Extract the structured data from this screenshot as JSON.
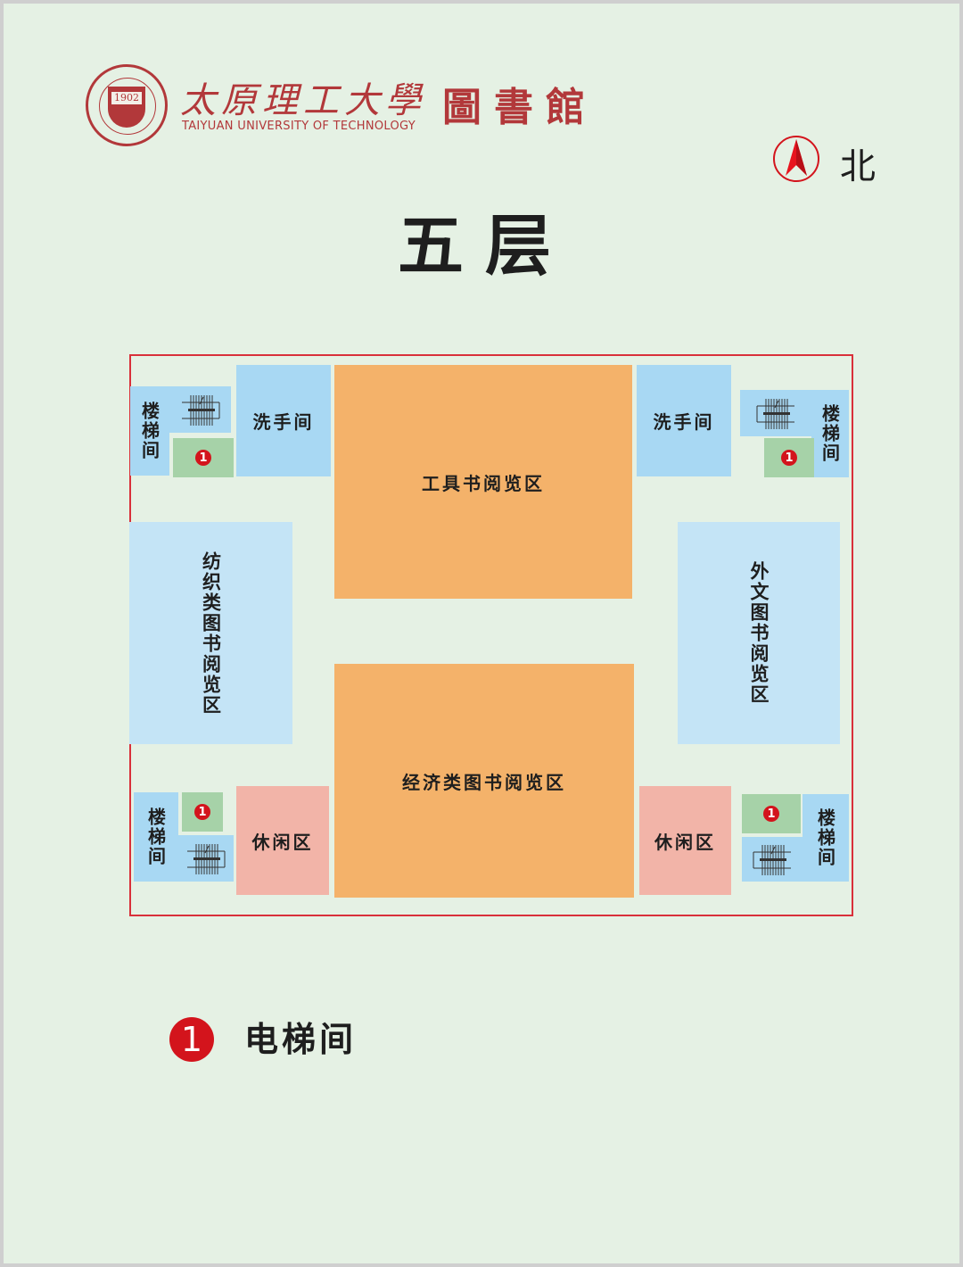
{
  "header": {
    "seal_year": "1902",
    "university_cn": "太原理工大學",
    "university_en": "TAIYUAN UNIVERSITY OF TECHNOLOGY",
    "library_cn": "圖書館",
    "compass_label": "北"
  },
  "floor_title": "五层",
  "colors": {
    "background": "#e5f1e4",
    "frame_border": "#d9303a",
    "reading_area": "#f4b26a",
    "restroom": "#a8d8f3",
    "stairs": "#a8d8f3",
    "side_reading": "#c4e4f6",
    "leisure": "#f2b4a8",
    "elevator": "#a6d2a8",
    "badge": "#d3141c",
    "brand_red": "#b2383a"
  },
  "rooms": {
    "tool_books": "工具书阅览区",
    "economics_books": "经济类图书阅览区",
    "textile_books": "纺织类图书阅览区",
    "foreign_books": "外文图书阅览区",
    "restroom_nw": "洗手间",
    "restroom_ne": "洗手间",
    "leisure_sw": "休闲区",
    "leisure_se": "休闲区",
    "stairs_nw": "楼梯间",
    "stairs_ne": "楼梯间",
    "stairs_sw": "楼梯间",
    "stairs_se": "楼梯间",
    "elevator_badge": "1"
  },
  "legend": {
    "badge": "1",
    "label": "电梯间"
  }
}
